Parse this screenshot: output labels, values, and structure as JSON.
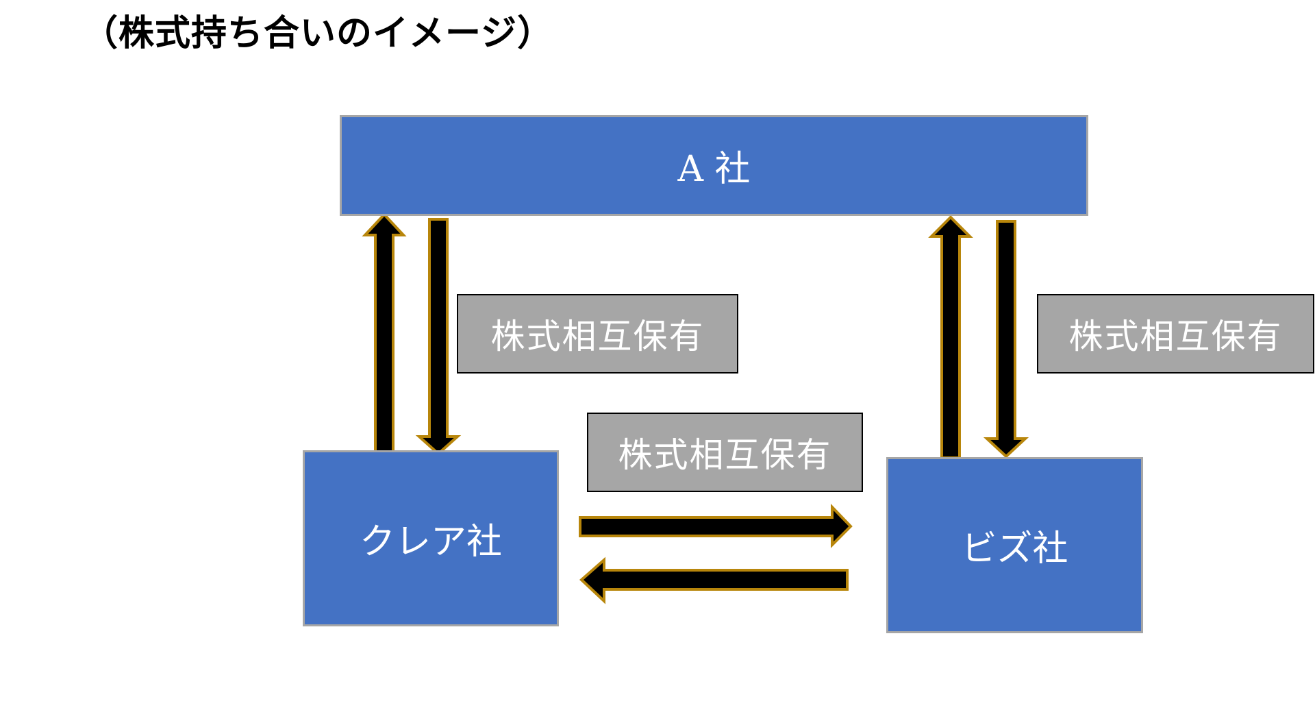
{
  "title": "（株式持ち合いのイメージ）",
  "companies": {
    "a": "A 社",
    "claire": "クレア社",
    "biz": "ビズ社"
  },
  "labels": {
    "left": "株式相互保有",
    "middle": "株式相互保有",
    "right": "株式相互保有"
  },
  "colors": {
    "company_fill": "#4472c4",
    "company_border": "#a6a6a6",
    "label_fill": "#a6a6a6",
    "arrow_fill": "#000000",
    "arrow_outline": "#b8860b"
  }
}
